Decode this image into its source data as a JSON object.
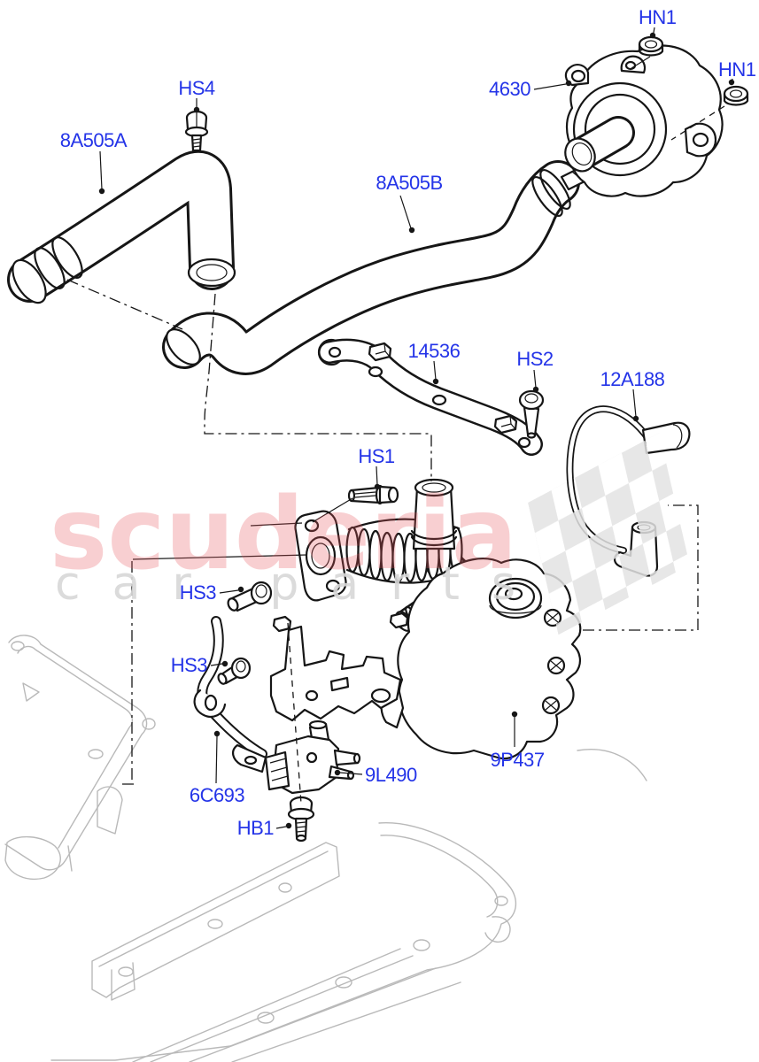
{
  "watermark": {
    "brand": "scuderia",
    "subtitle": "car parts"
  },
  "colors": {
    "label": "#2434e8",
    "line": "#161616",
    "faint": "#b9b9b9",
    "brand": "#e9565e",
    "subtitle": "#d8d8d8",
    "flag": "#e3e3e3"
  },
  "labels": {
    "hn1_top": "HN1",
    "hn1_right": "HN1",
    "hs4": "HS4",
    "hose_a": "8A505A",
    "hose_b": "8A505B",
    "pump_top": "4630",
    "bracket_top": "14536",
    "hs2": "HS2",
    "wire": "12A188",
    "hs1": "HS1",
    "hs3_upper": "HS3",
    "hs3_lower": "HS3",
    "bracket_lower": "6C693",
    "valve": "9L490",
    "hb1": "HB1",
    "pump_main": "9P437"
  }
}
